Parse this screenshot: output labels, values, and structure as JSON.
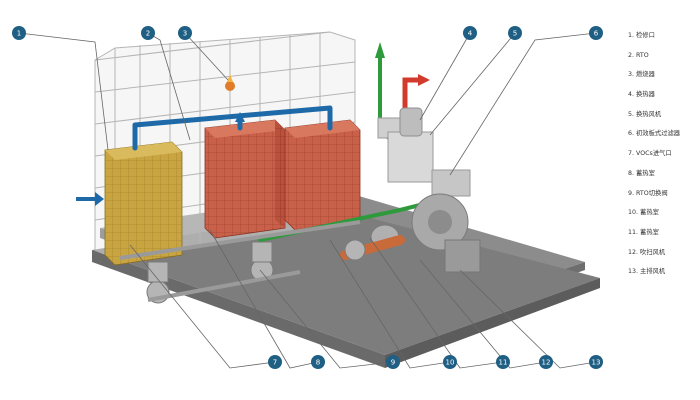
{
  "callouts": [
    "1",
    "2",
    "3",
    "4",
    "5",
    "6",
    "7",
    "8",
    "9",
    "10",
    "11",
    "12",
    "13"
  ],
  "legend": [
    "1.  检修口",
    "2.  RTO",
    "3.  燃烧器",
    "4.  换热器",
    "5.  换热风机",
    "6.  初效板式过滤器",
    "7.  VOCs进气口",
    "8.  蓄热室",
    "9.  RTO切换阀",
    "10. 蓄热室",
    "11. 蓄热室",
    "12. 吹扫风机",
    "13. 主排风机"
  ],
  "colors": {
    "callout_fill": "#1f5f84",
    "callout_line": "#666666",
    "chamber_yellow": "#c9a541",
    "chamber_red": "#c8604a",
    "pipe_blue": "#1e6aa8",
    "pipe_green": "#2e9a3c",
    "pipe_red": "#d23b2b",
    "base": "#7d7d7d"
  },
  "icons": [
    "flow-arrow-blue-icon",
    "flow-arrow-green-icon",
    "flow-arrow-red-icon",
    "burner-flame-icon"
  ]
}
